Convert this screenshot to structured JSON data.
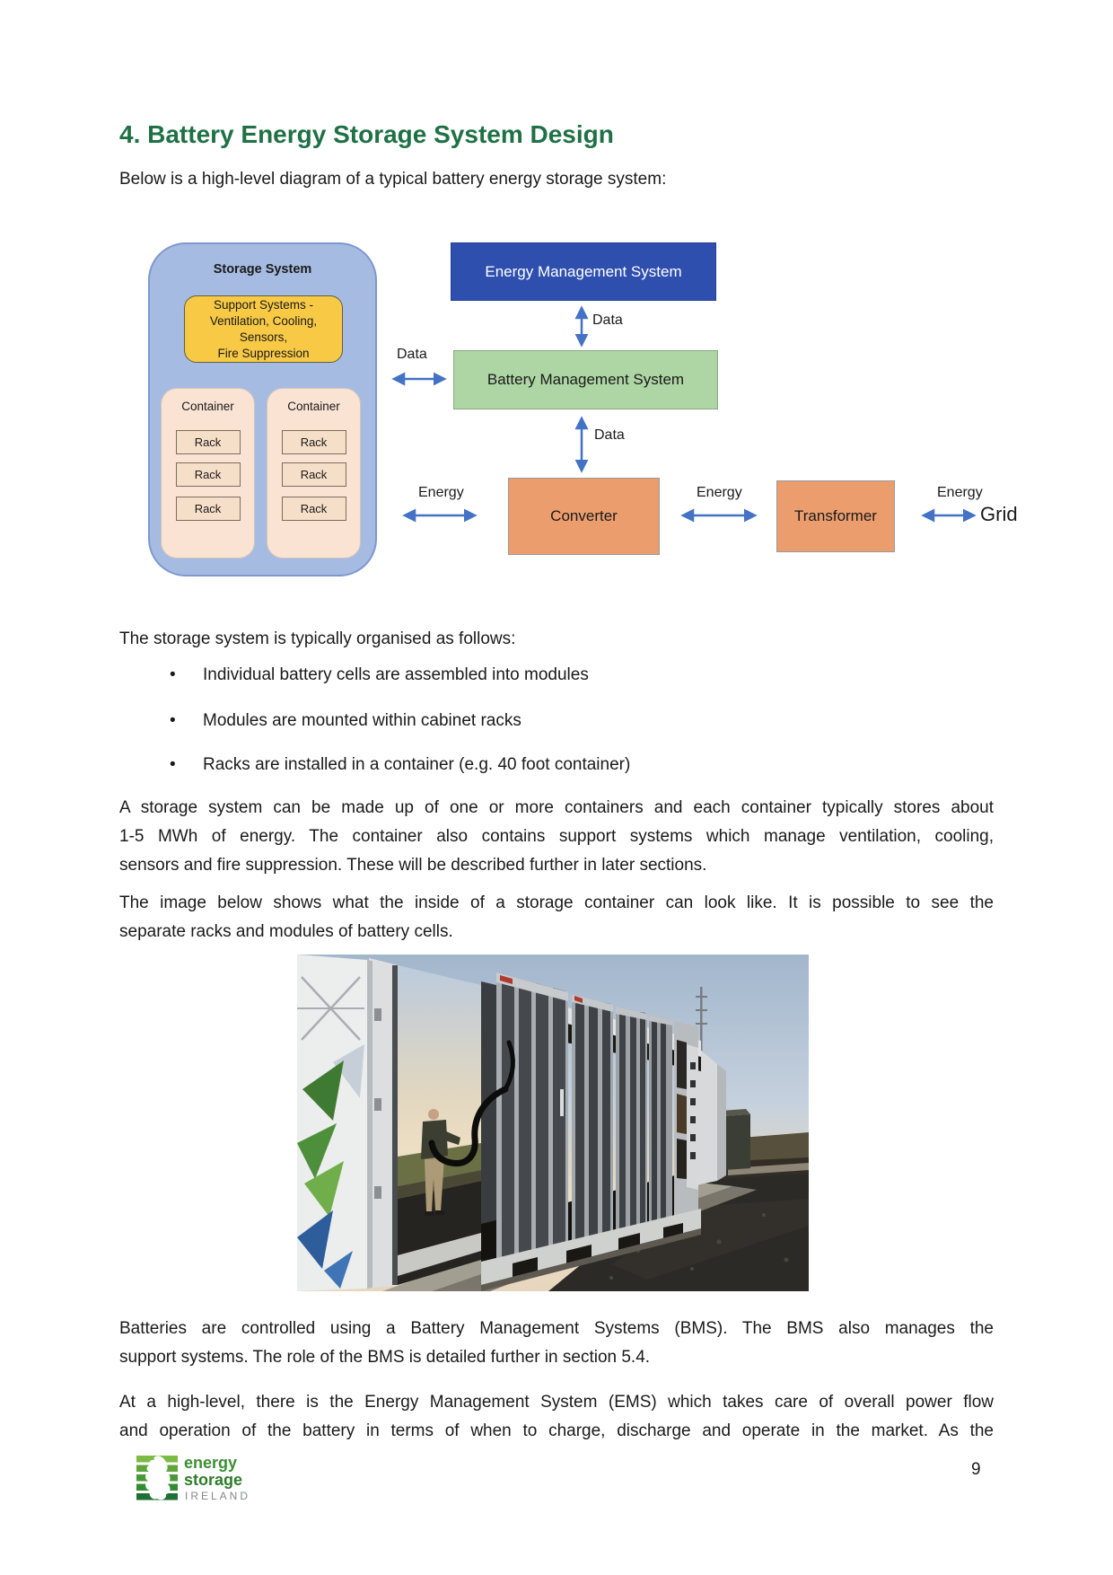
{
  "page": {
    "heading": "4. Battery Energy Storage System Design",
    "page_number": "9"
  },
  "body": {
    "intro": "Below is a high-level diagram of a typical battery energy storage system:",
    "organised_intro": "The storage system is typically organised as follows:",
    "bullets": [
      "Individual battery cells are assembled into modules",
      "Modules are mounted within cabinet racks",
      "Racks are installed in a container (e.g. 40 foot container)"
    ],
    "para_containers_lines": [
      "A storage system can be made up of one or more containers and each container typically stores about",
      "1-5 MWh of energy. The container also contains support systems which manage ventilation, cooling,",
      "sensors and fire suppression. These will be described further in later sections."
    ],
    "para_image_lines": [
      "The image below shows what the inside of a storage container can look like. It is possible to see the",
      "separate racks and modules of battery cells."
    ],
    "para_bms_lines": [
      "Batteries are controlled using a Battery Management Systems (BMS). The BMS also manages the",
      "support systems. The role of the BMS is detailed further in section 5.4."
    ],
    "para_ems_lines": [
      "At a high-level, there is the Energy Management System (EMS) which takes care of overall power flow",
      "and operation of the battery in terms of when to charge, discharge and operate in the market. As the"
    ]
  },
  "diagram": {
    "storage": {
      "title": "Storage System",
      "support_lines": [
        "Support Systems -",
        "Ventilation, Cooling,",
        "Sensors,",
        "Fire Suppression"
      ],
      "containers": [
        {
          "label": "Container",
          "racks": [
            "Rack",
            "Rack",
            "Rack"
          ]
        },
        {
          "label": "Container",
          "racks": [
            "Rack",
            "Rack",
            "Rack"
          ]
        }
      ]
    },
    "nodes": {
      "ems": "Energy Management System",
      "bms": "Battery Management System",
      "converter": "Converter",
      "transformer": "Transformer",
      "grid": "Grid"
    },
    "labels": {
      "data": "Data",
      "energy": "Energy"
    },
    "colors": {
      "heading_green": "#1F7145",
      "ems_blue": "#2E4FAE",
      "bms_green": "#AED6A4",
      "box_orange": "#EB9D6E",
      "storage_blue": "#A6BBE2",
      "support_yellow": "#F8C945",
      "container_peach": "#FAE3D3",
      "arrow_blue": "#4472C4",
      "logo_green": "#3D8F33",
      "ireland_grey": "#85878A"
    }
  },
  "footer": {
    "logo_line1": "energy",
    "logo_line2": "storage",
    "logo_line3": "IRELAND"
  }
}
